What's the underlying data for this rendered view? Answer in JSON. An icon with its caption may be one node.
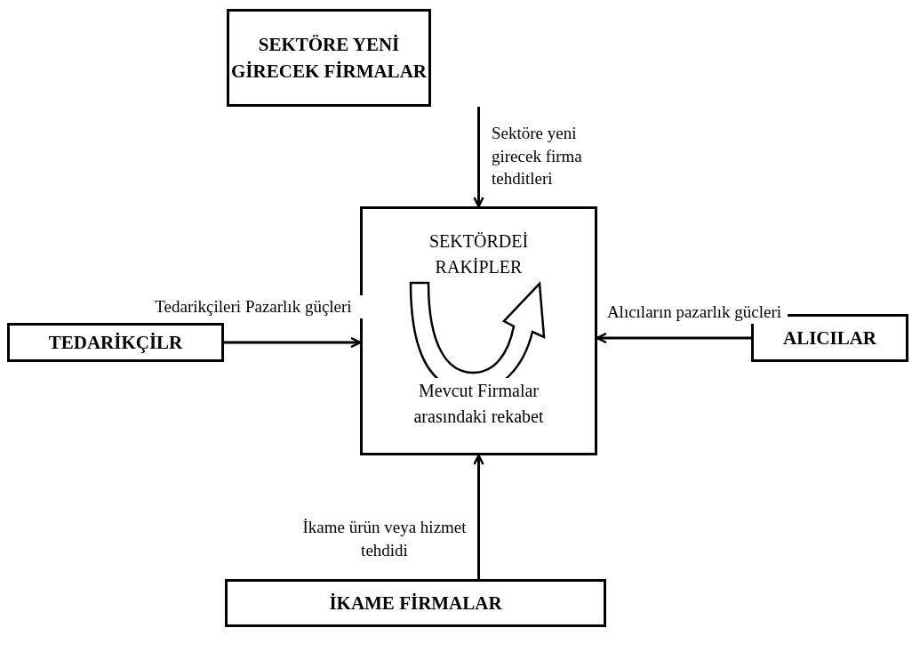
{
  "diagram": {
    "nodes": [
      {
        "text": [
          "SEKTÖRE YENİ GİRECEK FİRMALAR"
        ]
      },
      {
        "text": [
          "SEKTÖRDEİ RAKİPLER",
          "Mevcut Firmalar arasındaki rekabet"
        ]
      },
      {
        "text": [
          "TEDARİKÇİLR"
        ]
      },
      {
        "text": [
          "ALICILAR"
        ]
      },
      {
        "text": [
          "İKAME FİRMALAR"
        ]
      }
    ],
    "edges": [
      {
        "from": 0,
        "to": 1,
        "arrow": "to",
        "label": "Sektöre yeni girecek firma tehditleri"
      },
      {
        "from": 2,
        "to": 1,
        "arrow": "to",
        "label": "Tedarikçileri Pazarlık güçleri"
      },
      {
        "from": 3,
        "to": 1,
        "arrow": "to",
        "label": "Alıcıların pazarlık gücleri"
      },
      {
        "from": 4,
        "to": 1,
        "arrow": "to",
        "label": "İkame ürün veya hizmet tehdidi"
      }
    ]
  }
}
